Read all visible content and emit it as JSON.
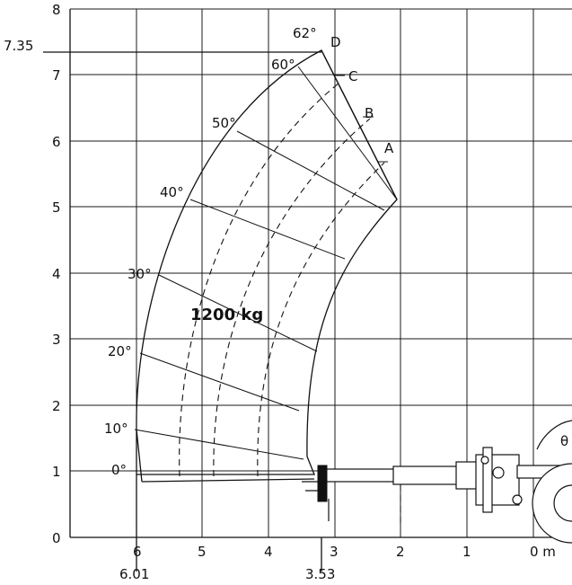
{
  "chart_data": {
    "type": "load-chart",
    "x_ticks": [
      "6",
      "5",
      "4",
      "3",
      "2",
      "1",
      "0 m"
    ],
    "y_ticks": [
      "0",
      "1",
      "2",
      "3",
      "4",
      "5",
      "6",
      "7",
      "8"
    ],
    "special_x_labels": [
      "6.01",
      "3.53"
    ],
    "special_y_labels": [
      "7.35"
    ],
    "max_reach_m": 6.01,
    "max_height_m": 7.35,
    "reach_at_max_height_m": 3.53,
    "load_label": "1200 kg",
    "angle_labels": [
      "0°",
      "10°",
      "20°",
      "30°",
      "40°",
      "50°",
      "60°",
      "62°"
    ],
    "extension_labels": [
      "A",
      "B",
      "C",
      "D"
    ],
    "machine_label": "θ"
  }
}
